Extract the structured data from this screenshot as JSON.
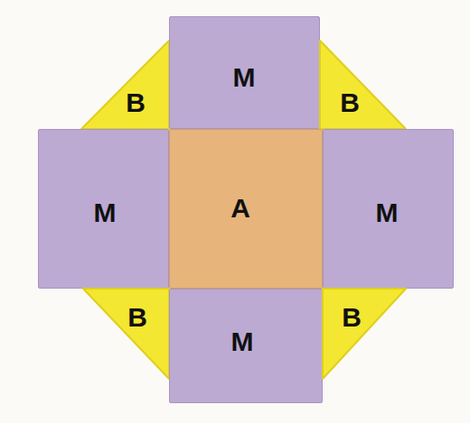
{
  "diagram": {
    "nodes": [
      {
        "text": [
          "B"
        ]
      },
      {
        "text": [
          "M"
        ]
      },
      {
        "text": [
          "B"
        ]
      },
      {
        "text": [
          "M"
        ]
      },
      {
        "text": [
          "A"
        ]
      },
      {
        "text": [
          "M"
        ]
      },
      {
        "text": [
          "B"
        ]
      },
      {
        "text": [
          "M"
        ]
      },
      {
        "text": [
          "B"
        ]
      }
    ]
  }
}
